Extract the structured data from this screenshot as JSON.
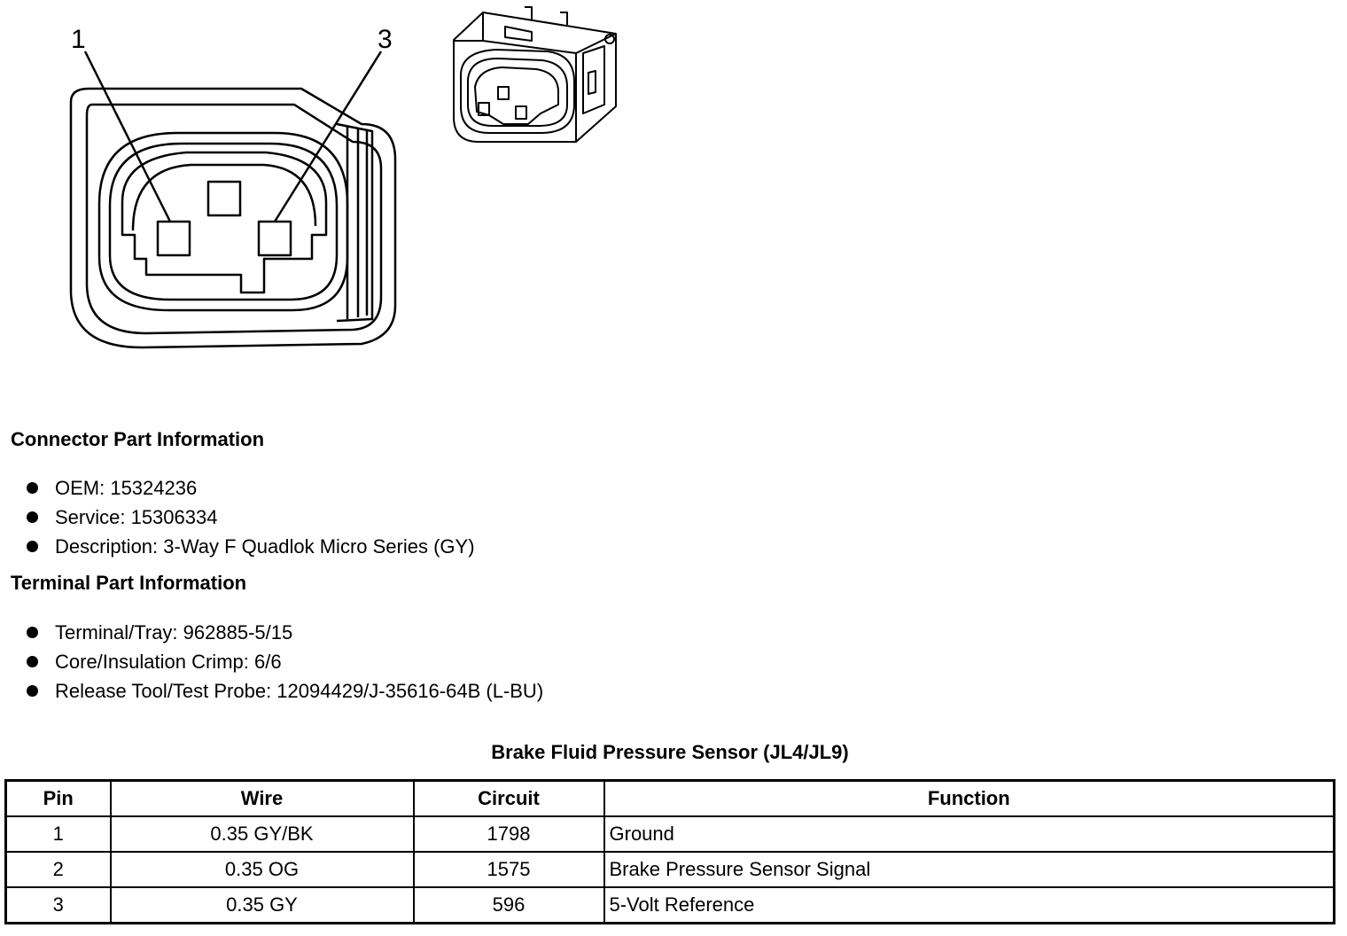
{
  "diagram": {
    "pin_labels": [
      "1",
      "3"
    ]
  },
  "connector_info": {
    "title": "Connector Part Information",
    "items": [
      "OEM: 15324236",
      "Service: 15306334",
      "Description: 3-Way F Quadlok Micro Series (GY)"
    ]
  },
  "terminal_info": {
    "title": "Terminal Part Information",
    "items": [
      "Terminal/Tray: 962885-5/15",
      "Core/Insulation Crimp: 6/6",
      "Release Tool/Test Probe: 12094429/J-35616-64B (L-BU)"
    ]
  },
  "table": {
    "title": "Brake Fluid Pressure Sensor (JL4/JL9)",
    "headers": [
      "Pin",
      "Wire",
      "Circuit",
      "Function"
    ],
    "rows": [
      [
        "1",
        "0.35 GY/BK",
        "1798",
        "Ground"
      ],
      [
        "2",
        "0.35 OG",
        "1575",
        "Brake Pressure Sensor Signal"
      ],
      [
        "3",
        "0.35 GY",
        "596",
        "5-Volt Reference"
      ]
    ]
  }
}
